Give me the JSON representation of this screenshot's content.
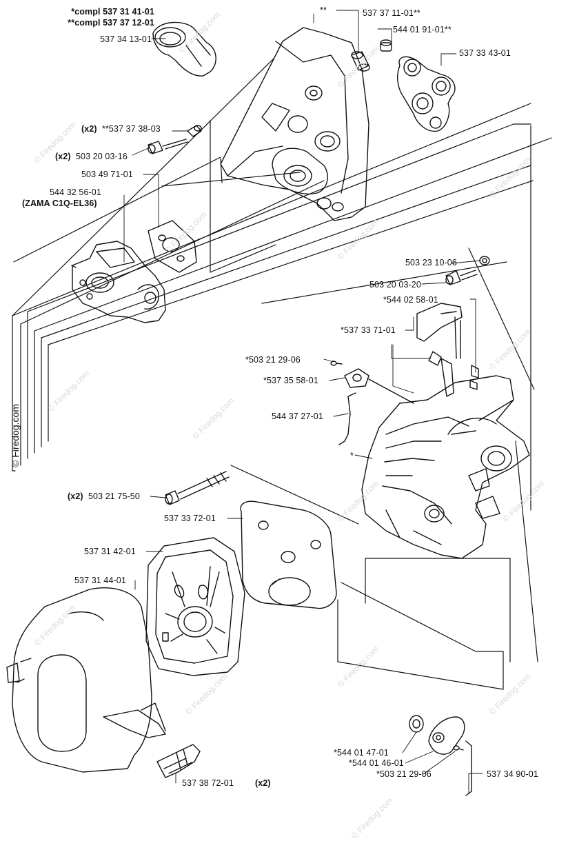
{
  "labels": {
    "compl_a": "*compl 537 31 41-01",
    "compl_b": "**compl 537 37 12-01",
    "p537341301": "537 34 13-01",
    "star2": "**",
    "p537371101": "537 37 11-01**",
    "p544019101": "544 01 91-01**",
    "p537334301": "537 33 43-01",
    "p537373803": "**537 37 38-03",
    "p503200316": "503 20 03-16",
    "p503497101": "503 49 71-01",
    "p544325601": "544 32 56-01",
    "zama": "(ZAMA C1Q-EL36)",
    "p503231006": "503 23 10-06",
    "p503200320": "503 20 03-20",
    "p544025801": "*544 02 58-01",
    "p537337101": "*537 33 71-01",
    "p503212906a": "*503 21 29-06",
    "p537355801": "*537 35 58-01",
    "p544372701": "544 37 27-01",
    "star1": "*",
    "p503217550": "503 21 75-50",
    "p537337201": "537 33 72-01",
    "p537314201": "537 31 42-01",
    "p537314401": "537 31 44-01",
    "p537387201": "537 38 72-01",
    "p544014701": "*544 01 47-01",
    "p544014601": "*544 01 46-01",
    "p503212906b": "*503 21 29-06",
    "p537349001": "537 34 90-01",
    "qty_x2": "(x2)"
  },
  "copyright": "© Firedog.com",
  "watermark": "© Firedog.com"
}
